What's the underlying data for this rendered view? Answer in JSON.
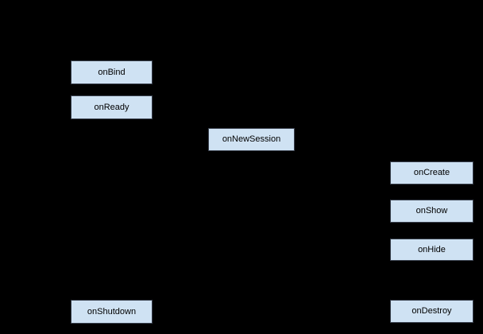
{
  "diagram": {
    "colors": {
      "background": "#000000",
      "node_fill": "#cfe2f3",
      "node_border": "#39404d",
      "node_text": "#000000"
    },
    "nodes": [
      {
        "id": "onBind",
        "label": "onBind"
      },
      {
        "id": "onReady",
        "label": "onReady"
      },
      {
        "id": "onNewSession",
        "label": "onNewSession"
      },
      {
        "id": "onCreate",
        "label": "onCreate"
      },
      {
        "id": "onShow",
        "label": "onShow"
      },
      {
        "id": "onHide",
        "label": "onHide"
      },
      {
        "id": "onShutdown",
        "label": "onShutdown"
      },
      {
        "id": "onDestroy",
        "label": "onDestroy"
      }
    ]
  }
}
